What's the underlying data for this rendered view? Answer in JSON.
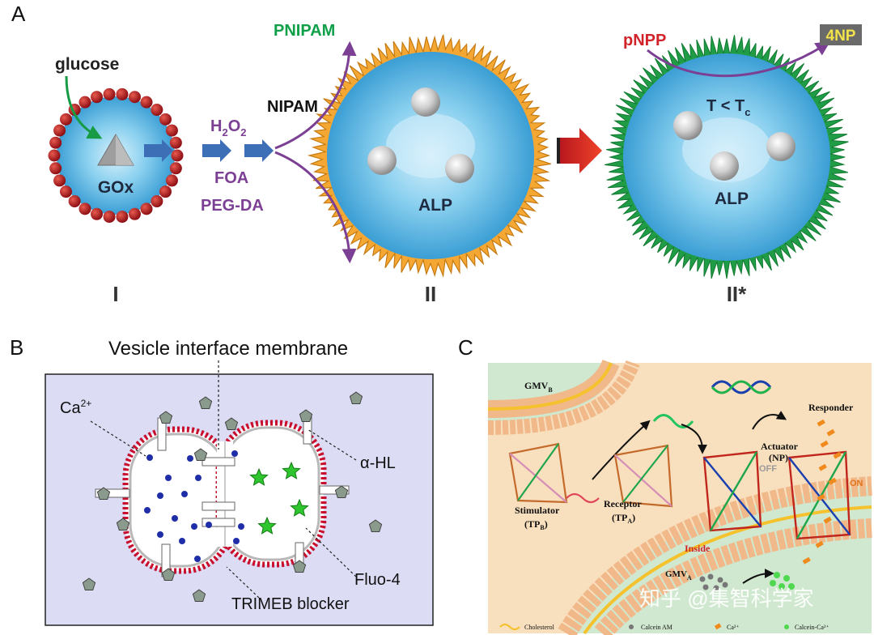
{
  "panels": {
    "a": {
      "letter": "A",
      "glucose": "glucose",
      "gox": "GOx",
      "h2o2_main": "H",
      "h2o2_sub1": "2",
      "h2o2_o": "O",
      "h2o2_sub2": "2",
      "foa": "FOA",
      "pegda": "PEG-DA",
      "nipam": "NIPAM",
      "pnipam": "PNIPAM",
      "alp_ii": "ALP",
      "alp_ii_star": "ALP",
      "pnpp": "pNPP",
      "fournp": "4NP",
      "temp_main": "T < T",
      "temp_sub": "c",
      "stage_1": "I",
      "stage_2": "II",
      "stage_3": "II*"
    },
    "b": {
      "letter": "B",
      "title": "Vesicle interface membrane",
      "ca_main": "Ca",
      "ca_sup": "2+",
      "ahl": "α-HL",
      "fluo": "Fluo-4",
      "trimeb": "TRIMEB blocker"
    },
    "c": {
      "letter": "C",
      "gmvb_main": "GMV",
      "gmvb_sub": "B",
      "gmva_main": "GMV",
      "gmva_sub": "A",
      "responder": "Responder",
      "actuator": "Actuator",
      "np": "(NP)",
      "off": "OFF",
      "on": "ON",
      "stimulator": "Stimulator",
      "tpb_main": "(TP",
      "tpb_sub": "B",
      "tpb_close": ")",
      "receptor": "Receptor",
      "tpa_main": "(TP",
      "tpa_sub": "A",
      "tpa_close": ")",
      "inside": "Inside",
      "legend_cholesterol": "Cholesterol",
      "legend_calcein_am": "Calcein AM",
      "legend_ca": "Ca²⁺",
      "legend_calcein_ca": "Calcein-Ca²⁺",
      "watermark": "知乎 @集智科学家"
    }
  },
  "colors": {
    "core_blue": "#3ca8dd",
    "pnipam_orange": "#f5a733",
    "shell_green": "#1f9c45",
    "red_dots": "#b3141d",
    "arrow_blue": "#3d6fb6",
    "purple": "#7b3f93",
    "red_text": "#d2232a",
    "green_text": "#10a04a",
    "panel_b_bg": "#dcdcf5",
    "panel_c_bg": "#f8dfbd"
  }
}
